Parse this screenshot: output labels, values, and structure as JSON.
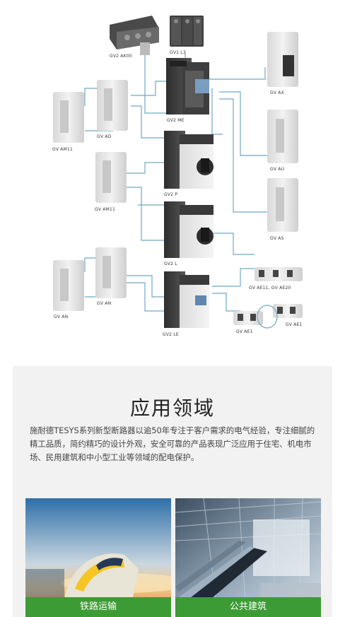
{
  "diagram": {
    "labels": {
      "gv2_ak00": "GV2 AK00",
      "gv1_l3": "GV1 L3",
      "gv2_me": "GV2 ME",
      "gv_ax": "GV AX",
      "gv_ad": "GV AD",
      "gv_am11_left": "GV AM11",
      "gv_au": "GV AU",
      "gv2_p": "GV2 P",
      "gv_am11_mid": "GV AM11",
      "gv_as": "GV AS",
      "gv2_l": "GV2 L",
      "gv_ae11_ae20": "GV AE11, GV AE20",
      "gv_an_mid": "GV AN",
      "gv_an_left": "GV AN",
      "gv2_le": "GV2 LE",
      "gv_ae1_left": "GV AE1",
      "gv_ae1_right": "GV AE1"
    },
    "colors": {
      "connector": "#6fa8c8",
      "module_body": "#e2e2e2",
      "breaker_dark": "#3a3a3a"
    }
  },
  "application": {
    "title": "应用领域",
    "description": "施耐德TESYS系列新型断路器以逾50年专注于客户需求的电气经验，专注细腻的精工品质，简约精巧的设计外观，安全可靠的产品表现广泛应用于住宅、机电市场、民用建筑和中小型工业等领域的配电保护。",
    "cards": [
      {
        "label": "铁路运输",
        "image": "high-speed-train-photo"
      },
      {
        "label": "公共建筑",
        "image": "public-building-escalator-photo"
      }
    ],
    "colors": {
      "background": "#f2f2f2",
      "label_bar": "#3d9b35"
    }
  }
}
